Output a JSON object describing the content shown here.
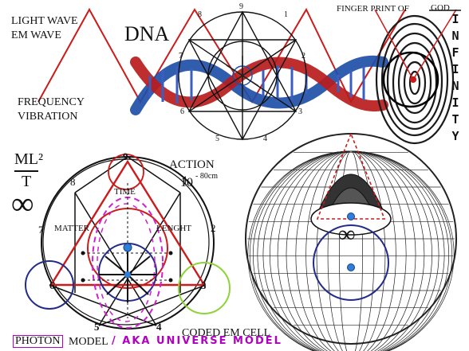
{
  "top": {
    "light_wave": "LIGHT WAVE",
    "em_wave": "EM WAVE",
    "dna": "DNA",
    "frequency": "FREQUENCY",
    "vibration": "VIBRATION",
    "fingerprint_title": "FINGER PRINT OF",
    "fingerprint_crossed": "GOD",
    "infinity_vertical": [
      "I",
      "N",
      "F",
      "I",
      "N",
      "I",
      "T",
      "Y"
    ]
  },
  "formula": {
    "numerator": "ML²",
    "denominator": "T",
    "infinity": "∞"
  },
  "circle_diagram": {
    "numbers": [
      "9",
      "1",
      "2",
      "3",
      "4",
      "5",
      "6",
      "7",
      "8"
    ],
    "time": "TIME",
    "matter": "MATTER",
    "lenght": "LENGHT"
  },
  "action": {
    "label": "ACTION",
    "base": "10",
    "exponent": "- 80cm"
  },
  "top_circle_numbers": [
    "9",
    "1",
    "2",
    "3",
    "4",
    "5",
    "6",
    "7",
    "8"
  ],
  "sphere": {
    "infinity": "∞"
  },
  "bottom": {
    "photon": "PHOTON",
    "model": "MODEL",
    "aka": "/ AKA UNIVERSE MODEL",
    "coded_em_cell": "CODED EM CELL"
  },
  "colors": {
    "red": "#cc1b1b",
    "blue": "#1f4fa8",
    "navy": "#222a8a",
    "green": "#8fd23a",
    "magenta": "#d020d0",
    "dot_blue": "#2f7fd6"
  }
}
